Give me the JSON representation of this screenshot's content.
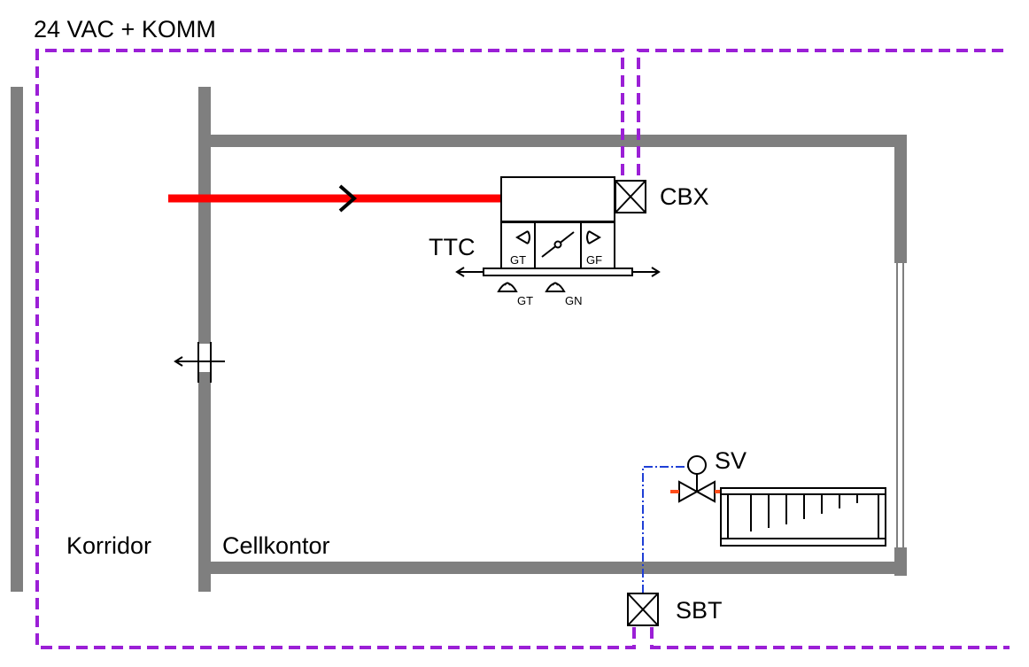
{
  "title": "24 VAC + KOMM",
  "labels": {
    "cbx": "CBX",
    "ttc": "TTC",
    "sv": "SV",
    "sbt": "SBT",
    "korridor": "Korridor",
    "cellkontor": "Cellkontor"
  },
  "sensors": {
    "gt_inner": "GT",
    "gf_inner": "GF",
    "gt_outer": "GT",
    "gn_outer": "GN"
  },
  "colors": {
    "wall": "#7f7f7f",
    "bus": "#9b1fd6",
    "supply_air": "#ff0000",
    "control_wire": "#1f3fd6",
    "valve_accent": "#ff4d1a",
    "line": "#000000"
  }
}
